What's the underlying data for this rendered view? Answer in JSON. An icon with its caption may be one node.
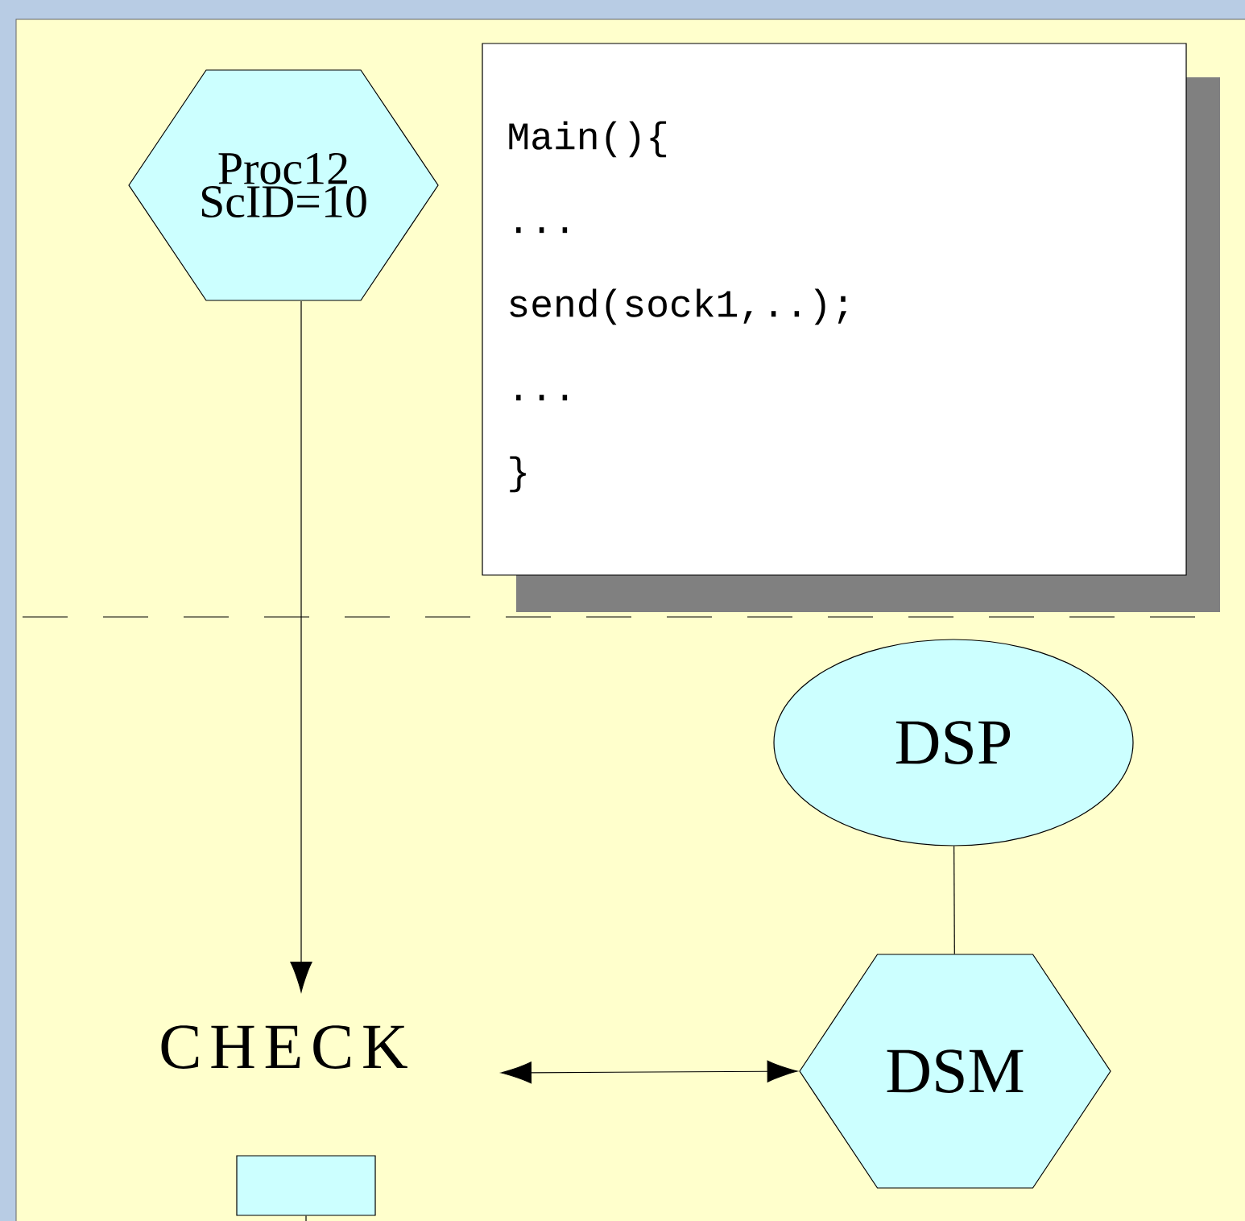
{
  "diagram": {
    "nodes": [
      {
        "text": [
          "Proc12 ScID=10"
        ]
      },
      {
        "text": [
          "Main(){",
          "...",
          "send(sock1,..);",
          "...",
          "}"
        ]
      },
      {
        "text": [
          "DSP"
        ]
      },
      {
        "text": [
          "CHECK"
        ]
      },
      {
        "text": [
          "DSM"
        ]
      },
      {
        "text": [],
        "shape": "box"
      }
    ],
    "edges": [
      {
        "from": 0,
        "to": 3,
        "arrow": "to"
      },
      {
        "from": 3,
        "to": 4,
        "arrow": "both"
      },
      {
        "from": 2,
        "to": 4,
        "arrow": "none"
      },
      {
        "from": 5,
        "to": null,
        "arrow": "none"
      }
    ]
  }
}
